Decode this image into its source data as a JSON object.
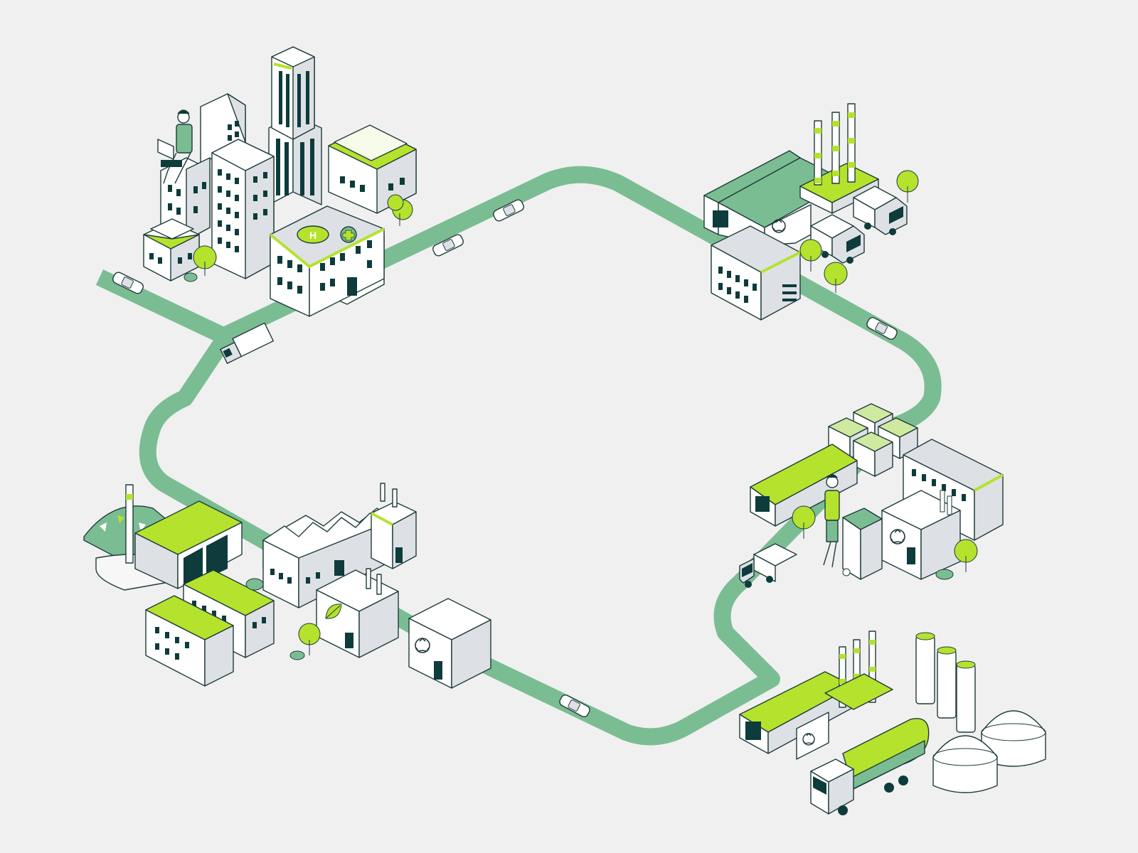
{
  "palette": {
    "background": "#f0f0f0",
    "road": "#7bbd92",
    "lime": "#b5e22d",
    "outline": "#1f3b3a",
    "wall_light": "#ffffff",
    "wall_shade": "#dde1e6",
    "dark_fill": "#0e3b3b",
    "mid_green": "#7bbd92",
    "pale_green": "#cfe9a0"
  },
  "icons": {
    "hospital_roof": "helipad-h-icon",
    "hospital_sign": "medical-cross-icon",
    "recycling": "recycle-icon",
    "eco": "leaf-icon"
  },
  "labels": {
    "helipad_letter": "H"
  },
  "scene_zones": [
    "city-district",
    "recycling-plant-with-chimneys",
    "sorting-facility",
    "biogas-plant",
    "industrial-park",
    "waste-to-energy-plant"
  ]
}
